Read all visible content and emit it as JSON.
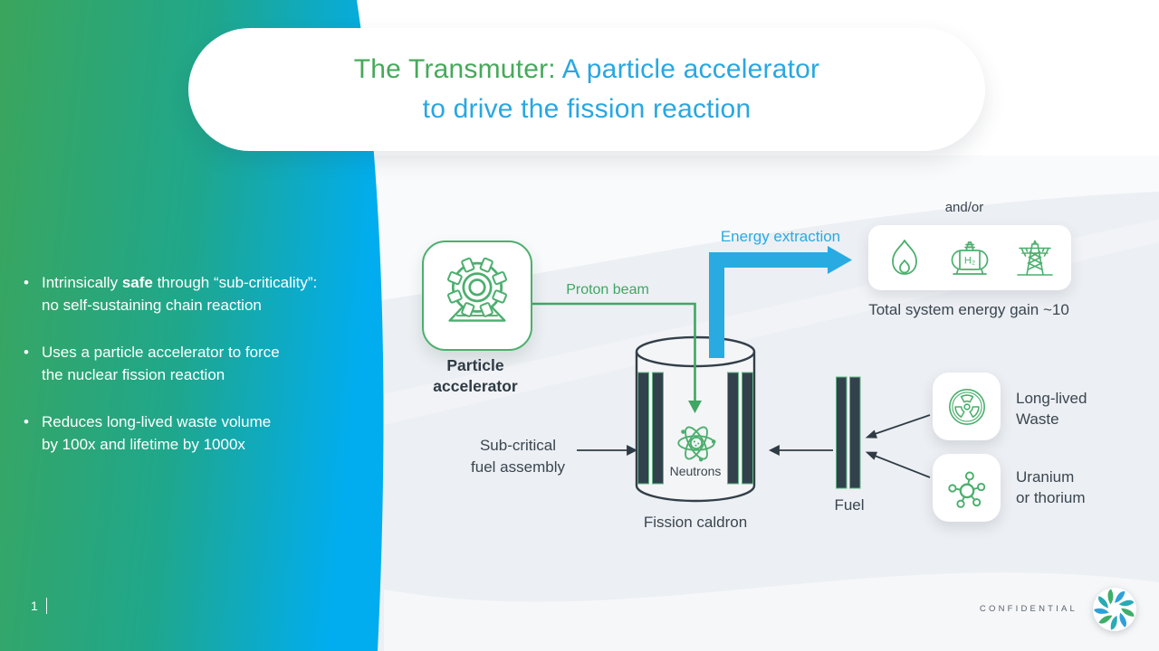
{
  "colors": {
    "panel_green": "#3BA55C",
    "panel_blue": "#01ADEE",
    "accent_cyan": "#29ABE2",
    "accent_green": "#3FA764",
    "icon_green": "#4CAF6E",
    "dark_text": "#3A4650",
    "title_green": "#47A95B",
    "title_blue": "#29A7E1"
  },
  "title": {
    "part_green": "The Transmuter:",
    "part_blue": " A particle accelerator",
    "line2": "to drive the fission reaction"
  },
  "bullets": {
    "dot": "•",
    "b1_pre": "Intrinsically ",
    "b1_bold": "safe",
    "b1_post": " through “sub-criticality”:\nno self-sustaining chain reaction",
    "b2": "Uses a particle accelerator to force\nthe nuclear fission reaction",
    "b3": "Reduces long-lived waste volume\nby 100x and lifetime by 1000x"
  },
  "diagram": {
    "particle_accelerator": "Particle\naccelerator",
    "proton_beam": "Proton beam",
    "energy_extraction": "Energy extraction",
    "and_or": "and/or",
    "energy_gain": "Total system energy gain ~10",
    "h2_label": "H₂",
    "neutrons": "Neutrons",
    "fission_caldron": "Fission caldron",
    "sub_critical": "Sub-critical\nfuel assembly",
    "fuel": "Fuel",
    "long_lived_waste": "Long-lived\nWaste",
    "uranium_thorium": "Uranium\nor thorium"
  },
  "footer": {
    "page_number": "1",
    "confidential": "CONFIDENTIAL"
  }
}
